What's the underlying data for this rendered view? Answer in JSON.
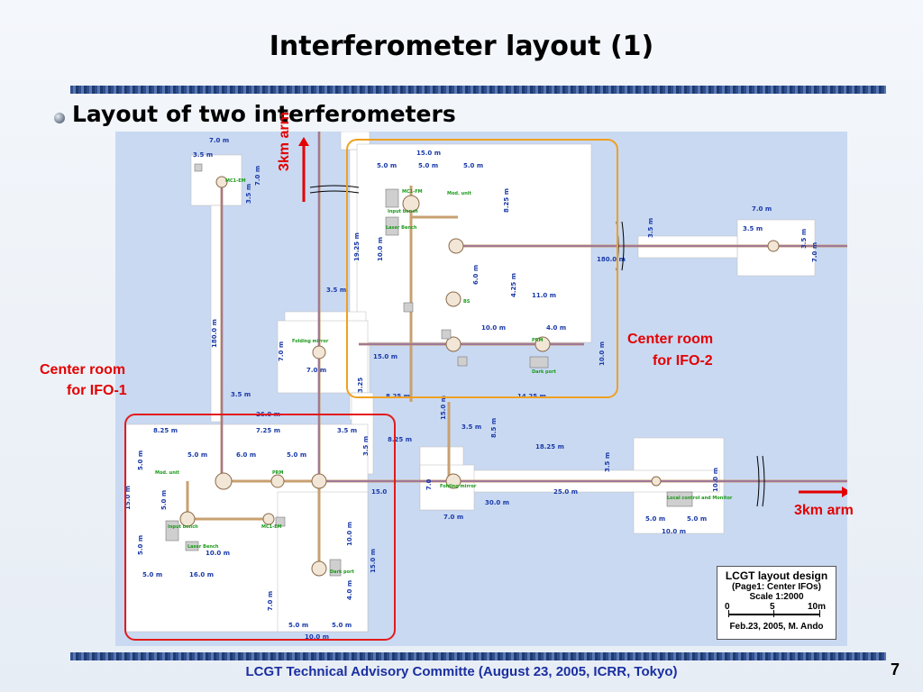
{
  "title": "Interferometer layout (1)",
  "subtitle": "Layout of two interferometers",
  "labels": {
    "arm_vertical": "3km arm",
    "arm_horizontal": "3km arm",
    "center_ifo1_line1": "Center room",
    "center_ifo1_line2": "for IFO-1",
    "center_ifo2_line1": "Center room",
    "center_ifo2_line2": "for IFO-2"
  },
  "legend": {
    "title": "LCGT layout design",
    "page": "(Page1: Center IFOs)",
    "scale": "Scale  1:2000",
    "ticks": [
      "0",
      "5",
      "10m"
    ],
    "date": "Feb.23, 2005,  M. Ando"
  },
  "dimensions": {
    "top_left": [
      "7.0  m",
      "3.5  m",
      "7.0  m",
      "3.5  m",
      "180.0  m",
      "3.5  m",
      "7.0  m",
      "3.5  m"
    ],
    "ifo2": [
      "15.0  m",
      "5.0  m",
      "5.0  m",
      "5.0  m",
      "8.25  m",
      "19.25  m",
      "10.0  m",
      "6.0  m",
      "4.25  m",
      "11.0  m",
      "10.0  m",
      "4.0  m",
      "5.0  m",
      "10.0  m",
      "5.0  m",
      "15.0  m",
      "8.25  m",
      "14.25  m",
      "3.25"
    ],
    "right": [
      "7.0  m",
      "3.5  m",
      "3.5  m",
      "7.0  m",
      "180.0  m"
    ],
    "middle": [
      "26.0  m",
      "7.25  m",
      "3.5  m",
      "8.25  m",
      "3.5  m",
      "15.0  m",
      "8.5  m",
      "18.25  m",
      "3.5  m",
      "15.0",
      "7.0",
      "30.0  m",
      "25.0  m",
      "7.0  m",
      "10.0  m",
      "5.0  m",
      "5.0  m",
      "10.0  m"
    ],
    "ifo1": [
      "8.25  m",
      "5.0  m",
      "6.0  m",
      "5.0  m",
      "5.0  m",
      "15.0  m",
      "5.0  m",
      "5.0  m",
      "5.0  m",
      "5.0  m",
      "10.0  m",
      "10.0  m",
      "4.0  m",
      "15.0  m",
      "7.0  m",
      "16.0  m",
      "5.0  m",
      "5.0  m",
      "10.0  m"
    ]
  },
  "small_labels": [
    "MC1-EM",
    "Mod. unit",
    "MC1-FM",
    "Input bench",
    "Laser Bench",
    "BS",
    "PRM",
    "Dark port",
    "Folding mirror",
    "Local control and Monitor"
  ],
  "footer": "LCGT  Technical Advisory Committe (August 23, 2005, ICRR, Tokyo)",
  "page_number": "7",
  "colors": {
    "title_band": "#2f4f8f",
    "diagram_bg": "#c9d9f2",
    "ifo1_box": "#e31a1a",
    "ifo2_box": "#f0a020",
    "arm_label": "#e30000",
    "footer": "#1a2fa0"
  }
}
